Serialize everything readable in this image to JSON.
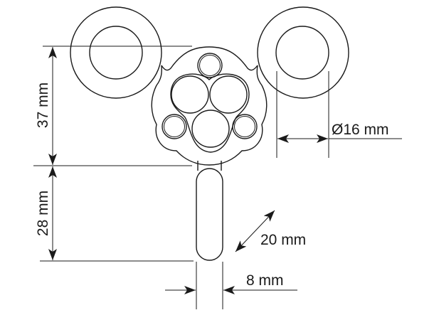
{
  "dimensions": {
    "height_upper": "37 mm",
    "height_lower": "28 mm",
    "ring_diameter": "Ø16 mm",
    "slot_length": "20 mm",
    "slot_width": "8 mm"
  },
  "colors": {
    "line": "#1a1a1a",
    "background": "#ffffff"
  }
}
